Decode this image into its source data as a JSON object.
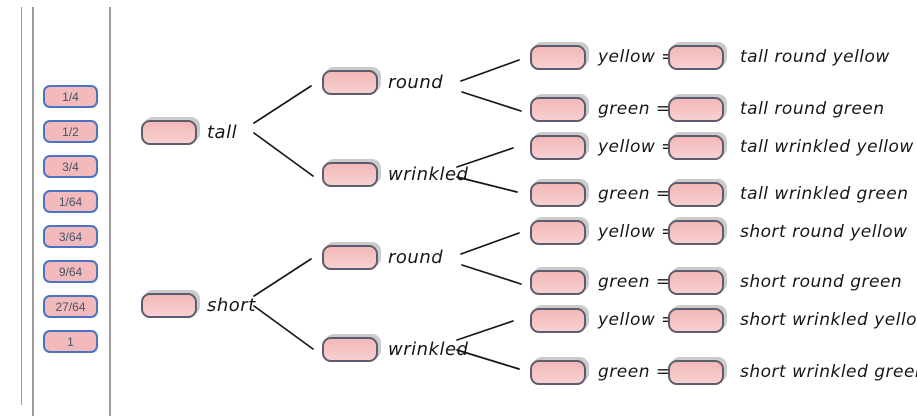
{
  "palette": {
    "tiles": [
      {
        "label": "1/4"
      },
      {
        "label": "1/2"
      },
      {
        "label": "3/4"
      },
      {
        "label": "1/64"
      },
      {
        "label": "3/64"
      },
      {
        "label": "9/64"
      },
      {
        "label": "27/64"
      },
      {
        "label": "1"
      }
    ]
  },
  "tree": {
    "level1": [
      {
        "label": "tall"
      },
      {
        "label": "short"
      }
    ],
    "level2": [
      {
        "label": "round"
      },
      {
        "label": "wrinkled"
      },
      {
        "label": "round"
      },
      {
        "label": "wrinkled"
      }
    ],
    "outcomes": [
      {
        "operator": "yellow =",
        "result": "tall round yellow"
      },
      {
        "operator": "green =",
        "result": "tall round green"
      },
      {
        "operator": "yellow =",
        "result": "tall wrinkled yellow"
      },
      {
        "operator": "green  =",
        "result": "tall wrinkled green"
      },
      {
        "operator": "yellow =",
        "result": "short round yellow"
      },
      {
        "operator": "green  =",
        "result": "short round green"
      },
      {
        "operator": "yellow =",
        "result": "short wrinkled yellow"
      },
      {
        "operator": "green  =",
        "result": "short wrinkled green"
      }
    ]
  },
  "colors": {
    "tile_fill": "#f2baba",
    "tile_border": "#4a73c5",
    "tile_text": "#44546a",
    "box_fill_top": "#f3b8b8",
    "box_fill_bottom": "#f8d0d0",
    "box_border": "#5c5c70",
    "box_shadow": "#cbcbcb",
    "ink": "#161616",
    "rail": "#9b9b9b"
  }
}
